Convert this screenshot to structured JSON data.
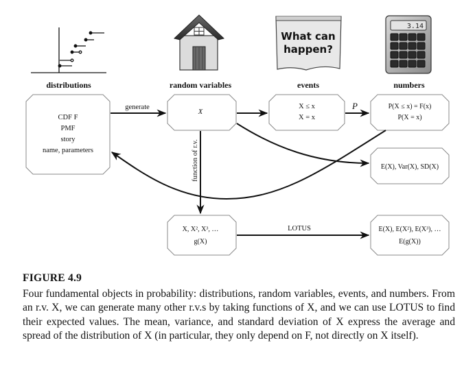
{
  "headers": {
    "distributions": "distributions",
    "random_variables": "random variables",
    "events": "events",
    "numbers": "numbers"
  },
  "icons": {
    "sign_line1": "What can",
    "sign_line2": "happen?",
    "calculator_display": "3.14"
  },
  "boxes": {
    "distributions": [
      "CDF F",
      "PMF",
      "story",
      "name, parameters"
    ],
    "random_variable": "X",
    "events": [
      "X ≤ x",
      "X = x"
    ],
    "probabilities": [
      "P(X ≤ x) = F(x)",
      "P(X = x)"
    ],
    "moments": "E(X), Var(X), SD(X)",
    "functions": [
      "X, X², X³, …",
      "g(X)"
    ],
    "expectations": [
      "E(X), E(X²), E(X³), …",
      "E(g(X))"
    ]
  },
  "arrows": {
    "generate": "generate",
    "P": "P",
    "function_of_rv": "function of r.v.",
    "lotus": "LOTUS"
  },
  "caption": {
    "title": "FIGURE 4.9",
    "text": "Four fundamental objects in probability: distributions, random variables, events, and numbers. From an r.v. X, we can generate many other r.v.s by taking functions of X, and we can use LOTUS to find their expected values. The mean, variance, and standard deviation of X express the average and spread of the distribution of X (in particular, they only depend on F, not directly on X itself)."
  }
}
